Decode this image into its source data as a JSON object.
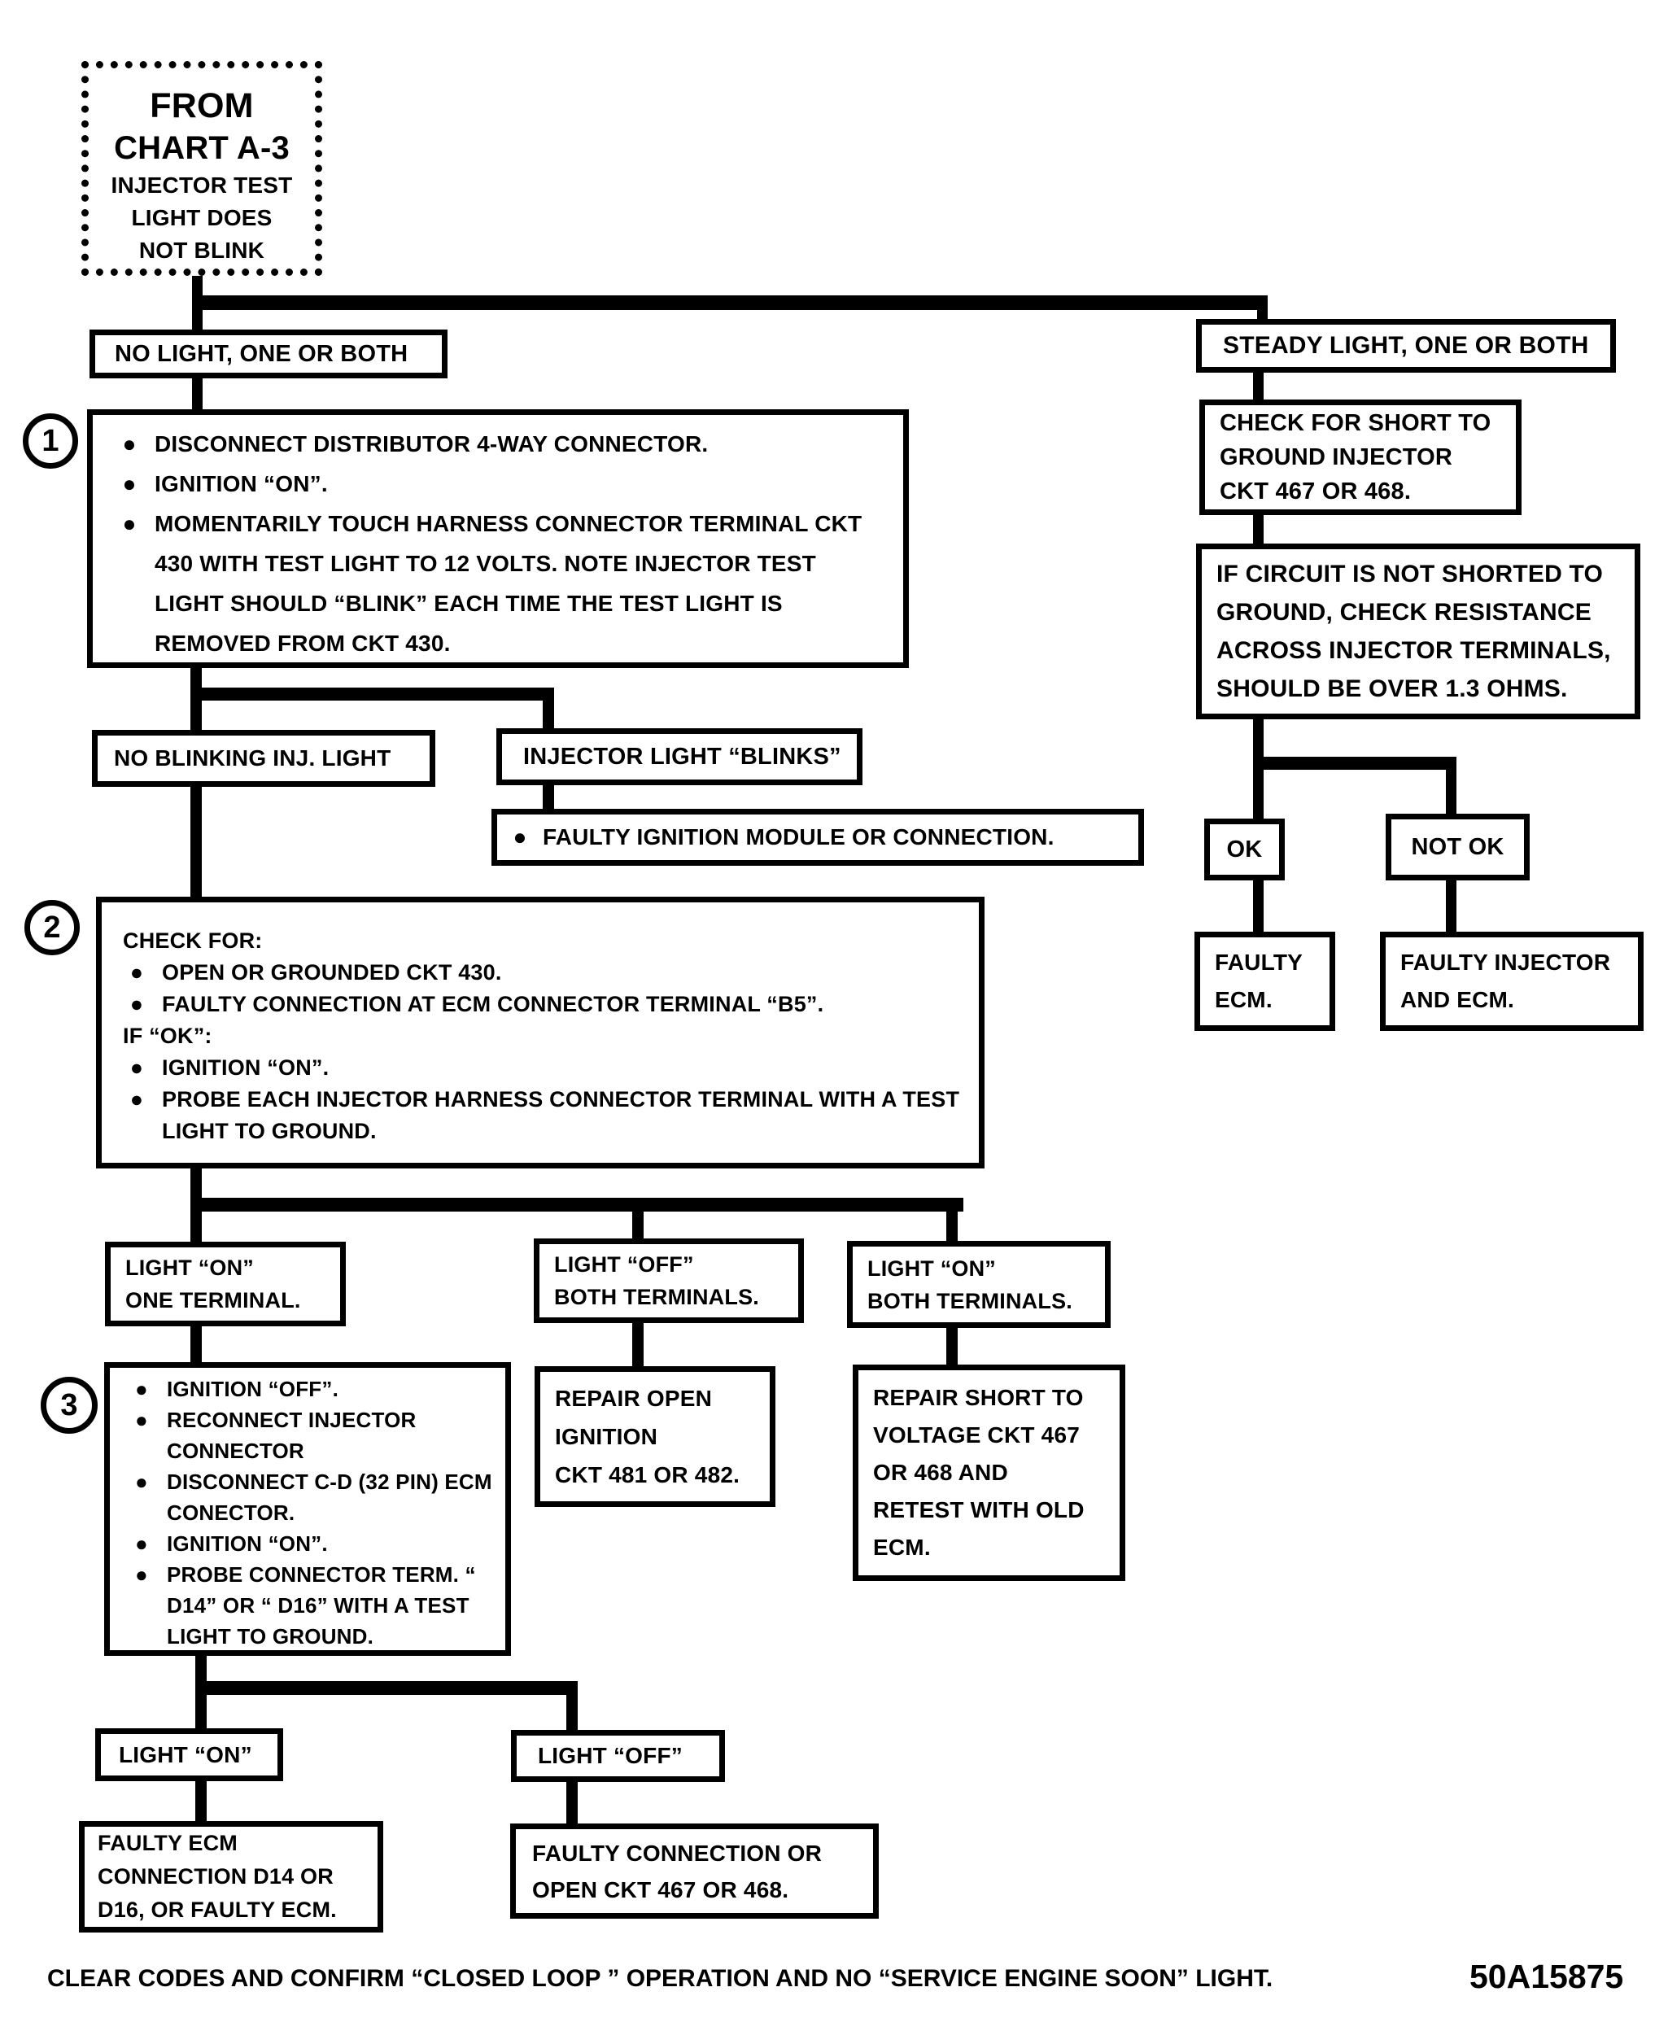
{
  "colors": {
    "ink": "#000000",
    "paper": "#ffffff"
  },
  "start": {
    "l1": "FROM",
    "l2": "CHART A-3",
    "l3": "INJECTOR TEST",
    "l4": "LIGHT DOES",
    "l5": "NOT BLINK"
  },
  "branch_left": {
    "label": "NO  LIGHT, ONE OR BOTH"
  },
  "branch_right": {
    "label": "STEADY LIGHT, ONE OR BOTH"
  },
  "step1": {
    "num": "1",
    "b1": "DISCONNECT DISTRIBUTOR 4-WAY CONNECTOR.",
    "b2": "IGNITION “ON”.",
    "b3": "MOMENTARILY TOUCH HARNESS CONNECTOR TERMINAL CKT 430 WITH TEST LIGHT TO 12 VOLTS.  NOTE INJECTOR TEST LIGHT SHOULD “BLINK” EACH TIME THE TEST LIGHT IS REMOVED FROM CKT 430."
  },
  "check_short": {
    "l1": "CHECK FOR SHORT TO",
    "l2": "GROUND INJECTOR",
    "l3": "CKT 467 OR 468."
  },
  "if_circuit": {
    "l1": "IF CIRCUIT IS NOT SHORTED TO",
    "l2": "GROUND, CHECK RESISTANCE",
    "l3": "ACROSS INJECTOR TERMINALS,",
    "l4": "SHOULD BE OVER 1.3 OHMS."
  },
  "no_blink": {
    "label": "NO BLINKING INJ. LIGHT"
  },
  "blinks": {
    "label": "INJECTOR LIGHT “BLINKS”"
  },
  "faulty_ignition": {
    "b1": "FAULTY IGNITION MODULE OR CONNECTION."
  },
  "ok": {
    "label": "OK"
  },
  "not_ok": {
    "label": "NOT OK"
  },
  "faulty_ecm": {
    "l1": "FAULTY",
    "l2": "ECM."
  },
  "faulty_inj_ecm": {
    "l1": "FAULTY INJECTOR",
    "l2": "AND ECM."
  },
  "step2": {
    "num": "2",
    "h1": "CHECK FOR:",
    "b1": "OPEN OR GROUNDED CKT 430.",
    "b2": "FAULTY CONNECTION AT ECM CONNECTOR TERMINAL “B5”.",
    "h2": "IF “OK”:",
    "b3": "IGNITION “ON”.",
    "b4": "PROBE EACH  INJECTOR HARNESS CONNECTOR TERMINAL WITH A TEST LIGHT TO GROUND."
  },
  "light_on_one": {
    "l1": "LIGHT  “ON”",
    "l2": "ONE TERMINAL."
  },
  "light_off_both": {
    "l1": "LIGHT  “OFF”",
    "l2": "BOTH TERMINALS."
  },
  "light_on_both": {
    "l1": "LIGHT  “ON”",
    "l2": "BOTH TERMINALS."
  },
  "step3": {
    "num": "3",
    "b1": "IGNITION “OFF”.",
    "b2": "RECONNECT INJECTOR CONNECTOR",
    "b3": "DISCONNECT C-D (32 PIN) ECM CONECTOR.",
    "b4": "IGNITION  “ON”.",
    "b5": "PROBE CONNECTOR TERM. “ D14”  OR “ D16”  WITH A TEST LIGHT TO GROUND."
  },
  "repair_open": {
    "l1": "REPAIR OPEN",
    "l2": "IGNITION",
    "l3": "CKT 481 OR 482."
  },
  "repair_short": {
    "l1": "REPAIR SHORT TO",
    "l2": "VOLTAGE CKT 467",
    "l3": "OR 468 AND",
    "l4": "RETEST WITH OLD",
    "l5": "ECM."
  },
  "light_on2": {
    "label": "LIGHT “ON”"
  },
  "light_off2": {
    "label": "LIGHT “OFF”"
  },
  "faulty_ecm_conn": {
    "l1": "FAULTY ECM",
    "l2": "CONNECTION D14 OR",
    "l3": "D16, OR FAULTY ECM."
  },
  "faulty_conn_open": {
    "l1": "FAULTY CONNECTION OR",
    "l2": "OPEN CKT  467 OR 468."
  },
  "doc": {
    "footer": "CLEAR CODES AND CONFIRM “CLOSED LOOP ” OPERATION AND NO “SERVICE ENGINE SOON” LIGHT.",
    "code": "50A15875"
  }
}
